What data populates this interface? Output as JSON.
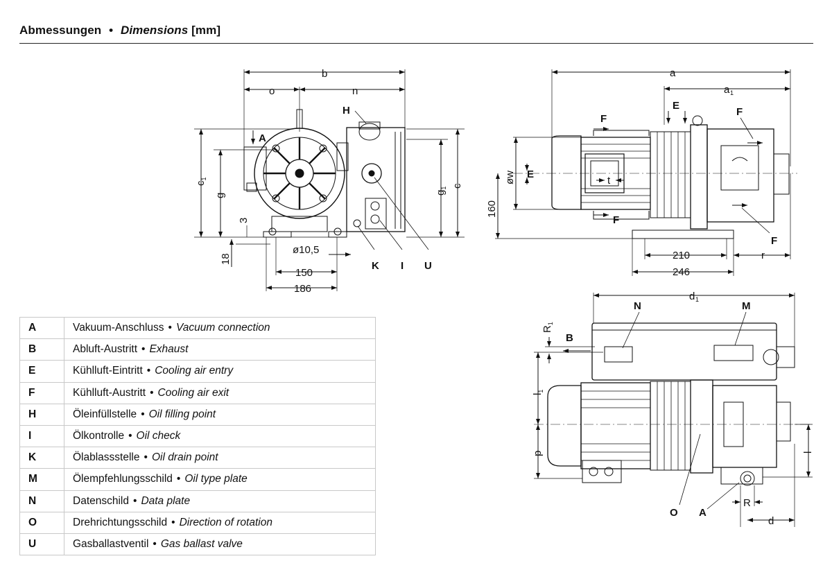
{
  "header": {
    "de": "Abmessungen",
    "bullet": "•",
    "en": "Dimensions",
    "unit": "[mm]"
  },
  "front_view": {
    "dims": {
      "b": "b",
      "o": "o",
      "n": "n",
      "c1": "c",
      "c1_sub": "1",
      "g": "g",
      "g1": "g",
      "g1_sub": "1",
      "c": "c",
      "d3": "3",
      "d18": "18",
      "hole": "ø10,5",
      "d150": "150",
      "d186": "186"
    },
    "callouts": {
      "A": "A",
      "H": "H",
      "K": "K",
      "I": "I",
      "U": "U"
    }
  },
  "side_view": {
    "dims": {
      "a": "a",
      "a1": "a",
      "a1_sub": "1",
      "ow": "øw",
      "d160": "160",
      "t": "t",
      "d210": "210",
      "d246": "246",
      "r": "r"
    },
    "callouts": {
      "E_top": "E",
      "E_left": "E",
      "F_top": "F",
      "F_top_right": "F",
      "F_bottom": "F",
      "F_right": "F"
    }
  },
  "top_view": {
    "dims": {
      "d1": "d",
      "d1_sub": "1",
      "R1": "R",
      "R1_sub": "1",
      "l1": "l",
      "l1_sub": "1",
      "p": "p",
      "l": "l",
      "R": "R",
      "d": "d"
    },
    "callouts": {
      "N": "N",
      "M": "M",
      "B": "B",
      "O": "O",
      "A": "A"
    }
  },
  "legend": [
    {
      "code": "A",
      "de": "Vakuum-Anschluss",
      "en": "Vacuum connection"
    },
    {
      "code": "B",
      "de": "Abluft-Austritt",
      "en": "Exhaust"
    },
    {
      "code": "E",
      "de": "Kühlluft-Eintritt",
      "en": "Cooling air entry"
    },
    {
      "code": "F",
      "de": "Kühlluft-Austritt",
      "en": "Cooling air exit"
    },
    {
      "code": "H",
      "de": "Öleinfüllstelle",
      "en": "Oil filling point"
    },
    {
      "code": "I",
      "de": "Ölkontrolle",
      "en": "Oil check"
    },
    {
      "code": "K",
      "de": "Ölablassstelle",
      "en": "Oil drain point"
    },
    {
      "code": "M",
      "de": "Ölempfehlungsschild",
      "en": "Oil type plate"
    },
    {
      "code": "N",
      "de": "Datenschild",
      "en": "Data plate"
    },
    {
      "code": "O",
      "de": "Drehrichtungsschild",
      "en": "Direction of rotation"
    },
    {
      "code": "U",
      "de": "Gasballastventil",
      "en": "Gas ballast valve"
    }
  ]
}
